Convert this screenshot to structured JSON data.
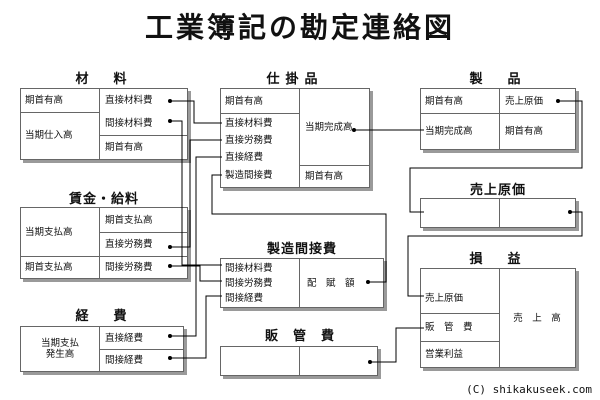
{
  "title": "工業簿記の勘定連絡図",
  "copyright": "(C) shikakuseek.com",
  "accounts": {
    "zairyo": {
      "title": "材　料",
      "debit": [
        "期首有高",
        "当期仕入高"
      ],
      "credit": [
        "直接材料費",
        "間接材料費",
        "期首有高"
      ]
    },
    "shikakehin": {
      "title": "仕掛品",
      "debit": [
        "期首有高",
        "直接材料費",
        "直接労務費",
        "直接経費",
        "製造間接費"
      ],
      "credit": [
        "当期完成高",
        "期首有高"
      ]
    },
    "seihin": {
      "title": "製　品",
      "debit": [
        "期首有高",
        "当期完成高"
      ],
      "credit": [
        "売上原価",
        "期首有高"
      ]
    },
    "chingin": {
      "title": "賃金・給料",
      "debit": [
        "当期支払高",
        "期首支払高"
      ],
      "credit": [
        "期首支払高",
        "直接労務費",
        "間接労務費"
      ]
    },
    "uriagegenka": {
      "title": "売上原価"
    },
    "seizokansetsu": {
      "title": "製造間接費",
      "debit": [
        "間接材料費",
        "間接労務費",
        "間接経費"
      ],
      "credit": [
        "配　賦　額"
      ]
    },
    "soneki": {
      "title": "損　益",
      "debit": [
        "売上原価",
        "販　管　費",
        "営業利益"
      ],
      "credit": [
        "売　上　高"
      ]
    },
    "keihi": {
      "title": "経　費",
      "debit": [
        "当期支払\n発生高"
      ],
      "credit": [
        "直接経費",
        "間接経費"
      ]
    },
    "hankanhi": {
      "title": "販　管　費"
    }
  }
}
